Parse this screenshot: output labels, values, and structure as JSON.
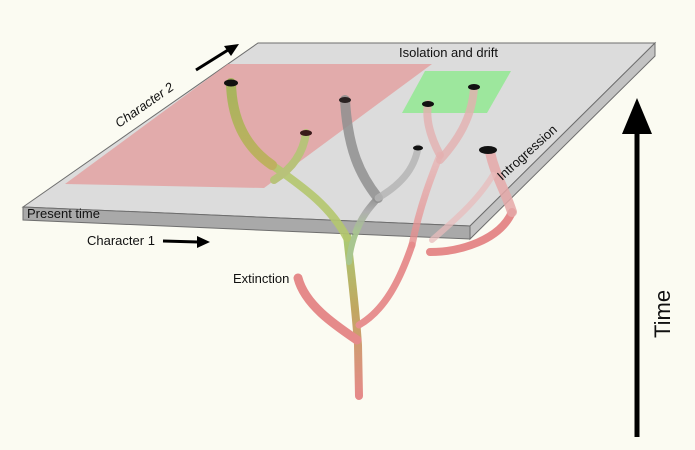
{
  "labels": {
    "character2": "Character 2",
    "character1": "Character 1",
    "isolation_and_drift": "Isolation and drift",
    "introgression": "Introgression",
    "present_time": "Present time",
    "extinction": "Extinction",
    "time": "Time"
  },
  "colors": {
    "background": "#fbfbf2",
    "plane_top": "#dcdcdc",
    "plane_edge": "#a9a9a9",
    "red_region": "#e3a2a2",
    "green_region": "#96e896",
    "branch_red": "#e58a8a",
    "branch_green": "#a8cc76",
    "branch_olive": "#c0a860",
    "branch_grey": "#9c9c9c",
    "branch_pink": "#e6b3b3",
    "arrow": "#000000"
  }
}
